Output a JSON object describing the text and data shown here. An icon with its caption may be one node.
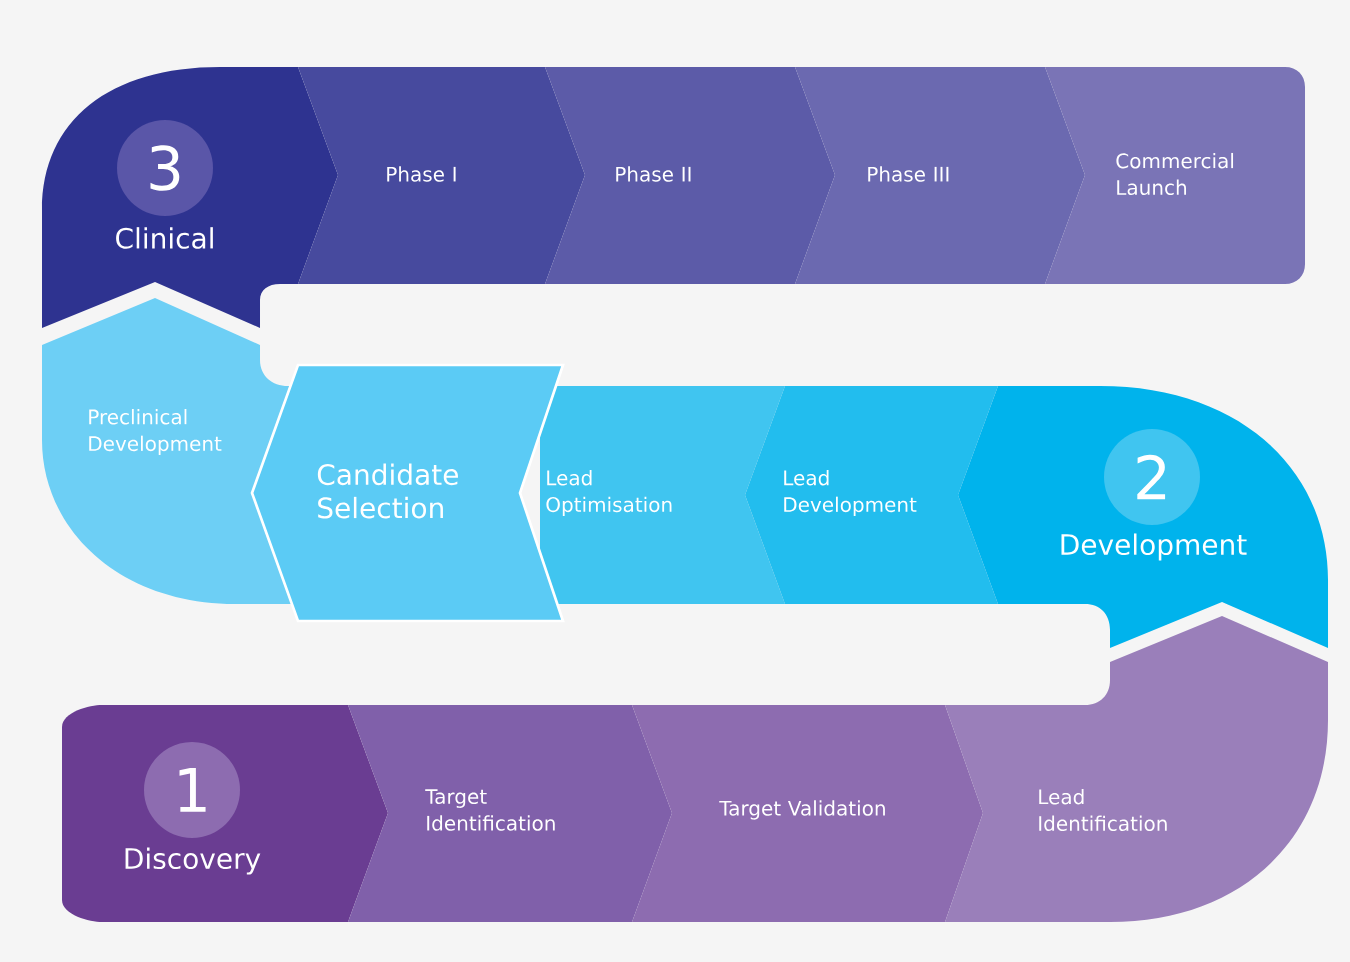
{
  "diagram": {
    "nodes": [
      {
        "text": [
          "3",
          "Clinical"
        ]
      },
      {
        "text": [
          "Phase I"
        ]
      },
      {
        "text": [
          "Phase II"
        ]
      },
      {
        "text": [
          "Phase III"
        ]
      },
      {
        "text": [
          "Commercial Launch"
        ]
      },
      {
        "text": [
          "Preclinical Development"
        ]
      },
      {
        "text": [
          "Candidate Selection"
        ]
      },
      {
        "text": [
          "Lead Optimisation"
        ]
      },
      {
        "text": [
          "Lead Development"
        ]
      },
      {
        "text": [
          "2",
          "Development"
        ]
      },
      {
        "text": [
          "1",
          "Discovery"
        ]
      },
      {
        "text": [
          "Target Identification"
        ]
      },
      {
        "text": [
          "Target Validation"
        ]
      },
      {
        "text": [
          "Lead Identification"
        ]
      }
    ]
  }
}
